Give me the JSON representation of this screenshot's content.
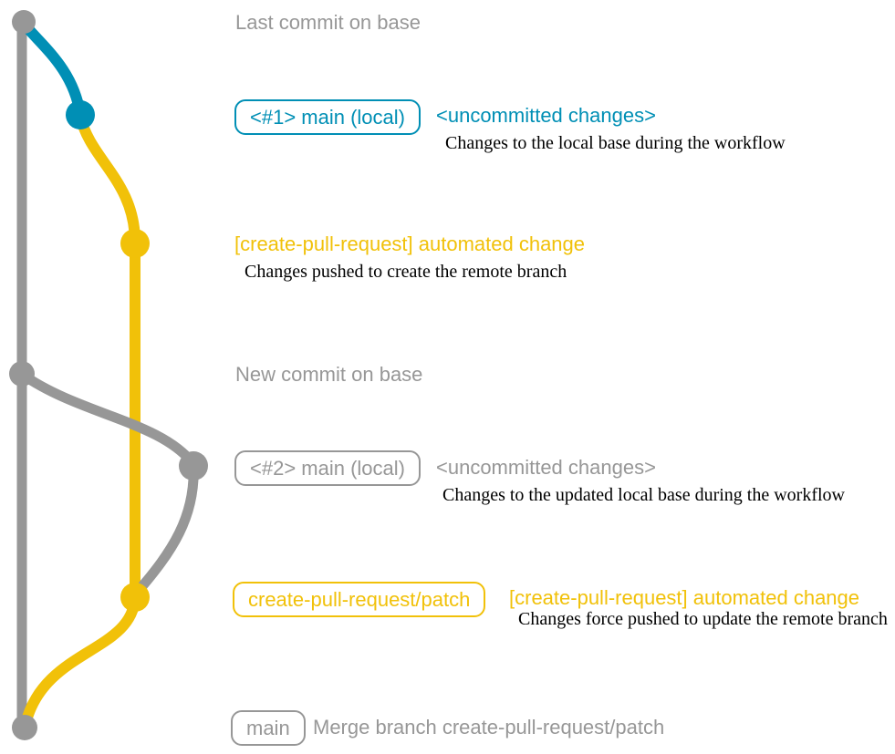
{
  "colors": {
    "gray": "#979797",
    "blue": "#008fb5",
    "yellow": "#f1c109",
    "ink": "#000000",
    "background": "#ffffff"
  },
  "graph": {
    "branches": {
      "base": "base (gray)",
      "local_main": "main local working copy (blue / gray)",
      "patch": "create-pull-request/patch (yellow)"
    }
  },
  "rows": {
    "top": {
      "message": "Last commit on base"
    },
    "row1": {
      "branch_label": "<#1> main (local)",
      "message": "<uncommitted changes>",
      "annotation": "Changes to the local base during the workflow"
    },
    "row2": {
      "message": "[create-pull-request] automated change",
      "annotation": "Changes pushed to create the remote branch"
    },
    "row3": {
      "message": "New commit on base"
    },
    "row4": {
      "branch_label": "<#2> main (local)",
      "message": "<uncommitted changes>",
      "annotation": "Changes to the updated local base during the workflow"
    },
    "row5": {
      "branch_label": "create-pull-request/patch",
      "message": "[create-pull-request] automated change",
      "annotation": "Changes force pushed to update the remote branch"
    },
    "row6": {
      "branch_label": "main",
      "message": "Merge branch create-pull-request/patch"
    }
  }
}
